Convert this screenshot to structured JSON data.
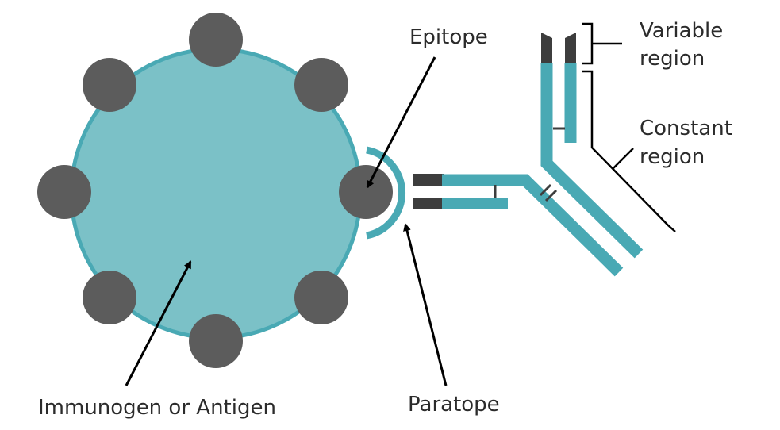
{
  "labels": {
    "epitope": "Epitope",
    "paratope": "Paratope",
    "antigen": "Immunogen or Antigen",
    "variable_line1": "Variable",
    "variable_line2": "region",
    "constant_line1": "Constant",
    "constant_line2": "region"
  },
  "colors": {
    "antigen_fill": "#7bc1c7",
    "antigen_stroke": "#49a9b4",
    "antibody": "#49a9b4",
    "epitope_knob": "#5c5c5c",
    "variable_tip": "#3d3d3d",
    "line": "#000000",
    "text": "#2b2b2b",
    "background": "#ffffff"
  }
}
